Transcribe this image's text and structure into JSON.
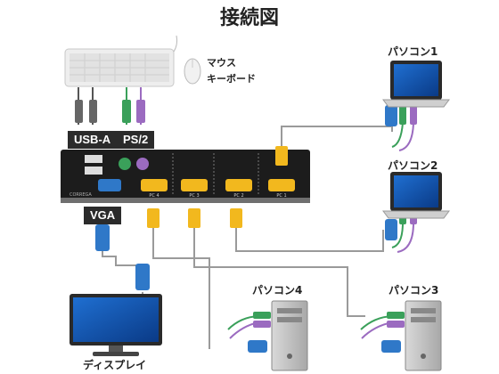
{
  "title": "接続図",
  "peripherals": {
    "mouse": "マウス",
    "keyboard": "キーボード"
  },
  "pcs": {
    "pc1": "パソコン1",
    "pc2": "パソコン2",
    "pc3": "パソコン3",
    "pc4": "パソコン4"
  },
  "ports": {
    "usb": "USB-A",
    "ps2": "PS/2",
    "vga": "VGA"
  },
  "display": "ディスプレイ",
  "switch": {
    "brand": "CORREGA",
    "port_labels": [
      "PC 4",
      "PC 3",
      "PC 2",
      "PC 1"
    ]
  },
  "colors": {
    "vga_blue": "#2f78c8",
    "kvm_yellow": "#f2b81e",
    "ps2_green": "#3aa05a",
    "ps2_purple": "#9b6bc0",
    "cable_gray": "#9a9a9a",
    "tag_bg": "#2b2b2b"
  }
}
